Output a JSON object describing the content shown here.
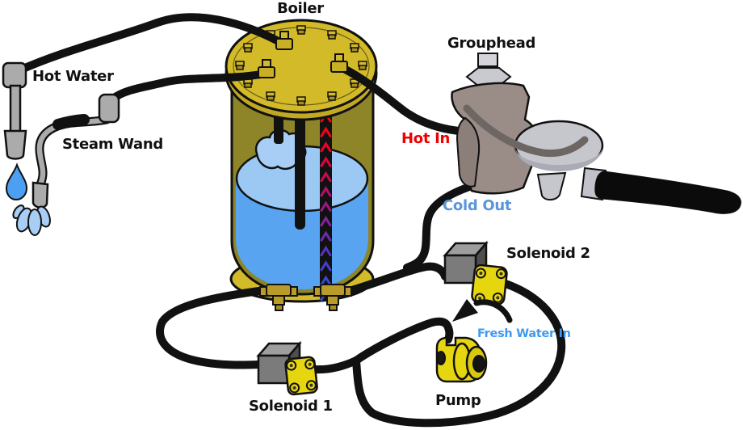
{
  "title": "Espresso machine boiler water-flow diagram",
  "labels": {
    "boiler": {
      "text": "Boiler",
      "color": "#111111"
    },
    "hot_water": {
      "text": "Hot Water",
      "color": "#111111"
    },
    "steam_wand": {
      "text": "Steam Wand",
      "color": "#111111"
    },
    "grouphead": {
      "text": "Grouphead",
      "color": "#111111"
    },
    "hot_in": {
      "text": "Hot In",
      "color": "#EE0000"
    },
    "cold_out": {
      "text": "Cold Out",
      "color": "#5C95D8"
    },
    "solenoid_2": {
      "text": "Solenoid 2",
      "color": "#111111"
    },
    "fresh_water_in": {
      "text": "Fresh Water In",
      "color": "#3E9AEE"
    },
    "pump": {
      "text": "Pump",
      "color": "#111111"
    },
    "solenoid_1": {
      "text": "Solenoid 1",
      "color": "#111111"
    }
  },
  "colors": {
    "hose_black": "#111111",
    "lid_gold": "#D3BA28",
    "lid_band_gold": "#C3A922",
    "boiler_olive": "#8E8428",
    "water_blue": "#58A4F0",
    "water_surface_blue": "#9BC9F4",
    "steam_blue": "#A8CEF5",
    "brass": "#B89B28",
    "solenoid_gray": "#7B7B7B",
    "valve_yellow": "#E6D60F",
    "grouphead_taupe": "#9A8C86",
    "metal_gray": "#C6C6CD",
    "drop_blue": "#4D9FF2"
  },
  "boiler": {
    "heat_arrow_count": 13,
    "heat_arrow_colors": [
      "#FF0008",
      "#F7001A",
      "#EC012C",
      "#DE0340",
      "#CB0955",
      "#B5106C",
      "#9C1884",
      "#83219B",
      "#6A2BAE",
      "#5535BE",
      "#443ECC",
      "#3747D8",
      "#2B4BD4"
    ]
  }
}
